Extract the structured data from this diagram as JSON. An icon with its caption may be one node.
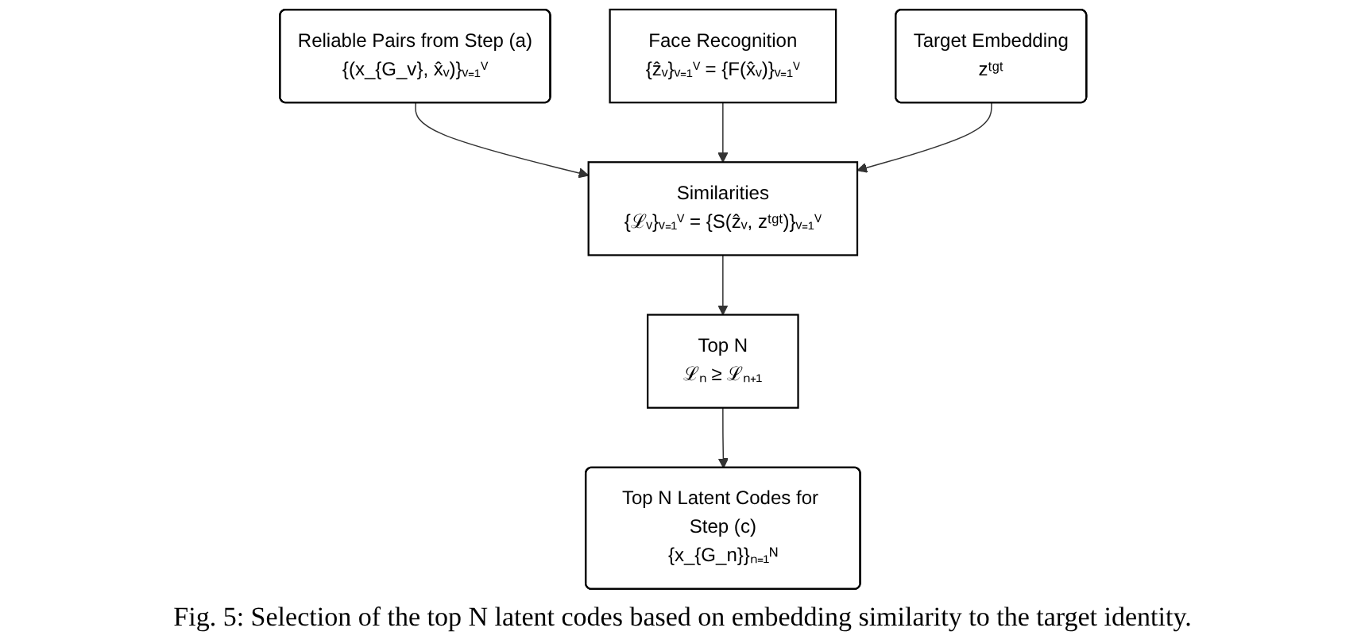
{
  "diagram": {
    "caption": "Fig. 5: Selection of the top N latent codes based on embedding similarity to the target identity.",
    "nodes": [
      {
        "text": [
          "Reliable Pairs from Step (a)",
          "{(x_{G_v}, x̂ᵥ)}ᵥ₌₁ⱽ"
        ]
      },
      {
        "text": [
          "Face Recognition",
          "{ẑᵥ}ᵥ₌₁ⱽ = {F(x̂ᵥ)}ᵥ₌₁ⱽ"
        ]
      },
      {
        "text": [
          "Target Embedding",
          "zᵗᵍᵗ"
        ]
      },
      {
        "text": [
          "Similarities",
          "{ℒᵥ}ᵥ₌₁ⱽ = {S(ẑᵥ, zᵗᵍᵗ)}ᵥ₌₁ⱽ"
        ]
      },
      {
        "text": [
          "Top N",
          "ℒₙ ≥ ℒₙ₊₁"
        ]
      },
      {
        "text": [
          "Top N Latent Codes for Step (c)",
          "{x_{G_n}}ₙ₌₁ᴺ"
        ]
      }
    ],
    "edges": [
      {
        "from": 0,
        "to": 3,
        "arrow": "to"
      },
      {
        "from": 1,
        "to": 3,
        "arrow": "to"
      },
      {
        "from": 2,
        "to": 3,
        "arrow": "to"
      },
      {
        "from": 3,
        "to": 4,
        "arrow": "to"
      },
      {
        "from": 4,
        "to": 5,
        "arrow": "to"
      }
    ]
  }
}
